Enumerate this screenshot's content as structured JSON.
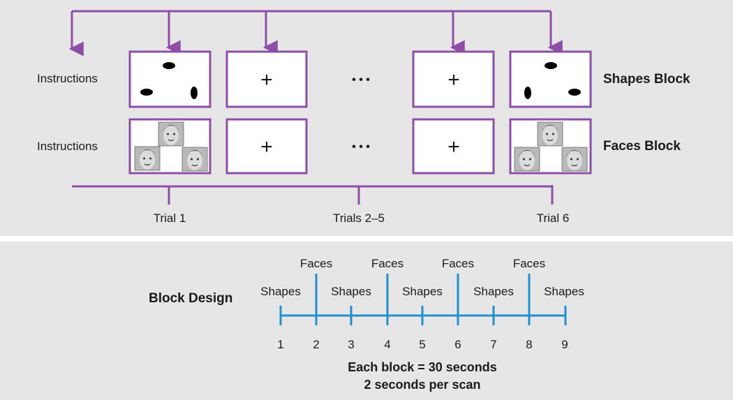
{
  "rows": [
    {
      "instructions_label": "Instructions",
      "block_label": "Shapes Block",
      "stim_icon": "oval-shapes-icon"
    },
    {
      "instructions_label": "Instructions",
      "block_label": "Faces Block",
      "stim_icon": "faces-photo-icon"
    }
  ],
  "fixation_symbol": "+",
  "ellipsis": "• • •",
  "trial_labels": [
    "Trial 1",
    "Trials 2–5",
    "Trial 6"
  ],
  "block_design": {
    "label": "Block Design",
    "faces_label": "Faces",
    "shapes_label": "Shapes",
    "ticks": [
      "1",
      "2",
      "3",
      "4",
      "5",
      "6",
      "7",
      "8",
      "9"
    ],
    "sequence": [
      "Shapes",
      "Faces",
      "Shapes",
      "Faces",
      "Shapes",
      "Faces",
      "Shapes",
      "Faces",
      "Shapes"
    ],
    "note_line1": "Each block = 30 seconds",
    "note_line2": "2 seconds per scan"
  },
  "colors": {
    "frame_purple": "#8e4ea6",
    "timeline_blue": "#1e90d0",
    "panel_gray": "#e6e6e6"
  }
}
